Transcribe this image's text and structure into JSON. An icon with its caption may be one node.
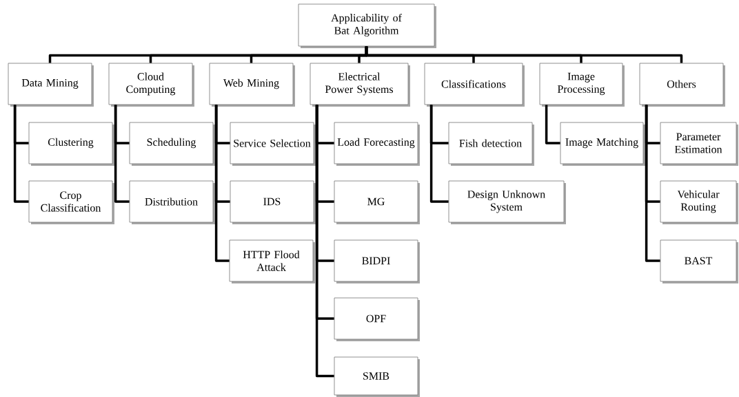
{
  "diagram": {
    "nodes": [
      {
        "text": [
          "Applicability of Bat Algorithm"
        ]
      },
      {
        "text": [
          "Data Mining"
        ]
      },
      {
        "text": [
          "Cloud Computing"
        ]
      },
      {
        "text": [
          "Web Mining"
        ]
      },
      {
        "text": [
          "Electrical Power Systems"
        ]
      },
      {
        "text": [
          "Classifications"
        ]
      },
      {
        "text": [
          "Image Processing"
        ]
      },
      {
        "text": [
          "Others"
        ]
      },
      {
        "text": [
          "Clustering"
        ]
      },
      {
        "text": [
          "Crop Classification"
        ]
      },
      {
        "text": [
          "Scheduling"
        ]
      },
      {
        "text": [
          "Distribution"
        ]
      },
      {
        "text": [
          "Service Selection"
        ]
      },
      {
        "text": [
          "IDS"
        ]
      },
      {
        "text": [
          "HTTP Flood Attack"
        ]
      },
      {
        "text": [
          "Load Forecasting"
        ]
      },
      {
        "text": [
          "MG"
        ]
      },
      {
        "text": [
          "BIDPI"
        ]
      },
      {
        "text": [
          "OPF"
        ]
      },
      {
        "text": [
          "SMIB"
        ]
      },
      {
        "text": [
          "Fish detection"
        ]
      },
      {
        "text": [
          "Design Unknown System"
        ]
      },
      {
        "text": [
          "Image Matching"
        ]
      },
      {
        "text": [
          "Parameter Estimation"
        ]
      },
      {
        "text": [
          "Vehicular Routing"
        ]
      },
      {
        "text": [
          "BAST"
        ]
      }
    ],
    "edges": [
      {
        "from": 0,
        "to": 1,
        "arrow": "none"
      },
      {
        "from": 0,
        "to": 2,
        "arrow": "none"
      },
      {
        "from": 0,
        "to": 3,
        "arrow": "none"
      },
      {
        "from": 0,
        "to": 4,
        "arrow": "none"
      },
      {
        "from": 0,
        "to": 5,
        "arrow": "none"
      },
      {
        "from": 0,
        "to": 6,
        "arrow": "none"
      },
      {
        "from": 0,
        "to": 7,
        "arrow": "none"
      },
      {
        "from": 1,
        "to": 8,
        "arrow": "none"
      },
      {
        "from": 1,
        "to": 9,
        "arrow": "none"
      },
      {
        "from": 2,
        "to": 10,
        "arrow": "none"
      },
      {
        "from": 2,
        "to": 11,
        "arrow": "none"
      },
      {
        "from": 3,
        "to": 12,
        "arrow": "none"
      },
      {
        "from": 3,
        "to": 13,
        "arrow": "none"
      },
      {
        "from": 3,
        "to": 14,
        "arrow": "none"
      },
      {
        "from": 4,
        "to": 15,
        "arrow": "none"
      },
      {
        "from": 4,
        "to": 16,
        "arrow": "none"
      },
      {
        "from": 4,
        "to": 17,
        "arrow": "none"
      },
      {
        "from": 4,
        "to": 18,
        "arrow": "none"
      },
      {
        "from": 4,
        "to": 19,
        "arrow": "none"
      },
      {
        "from": 5,
        "to": 20,
        "arrow": "none"
      },
      {
        "from": 5,
        "to": 21,
        "arrow": "none"
      },
      {
        "from": 6,
        "to": 22,
        "arrow": "none"
      },
      {
        "from": 7,
        "to": 23,
        "arrow": "none"
      },
      {
        "from": 7,
        "to": 24,
        "arrow": "none"
      },
      {
        "from": 7,
        "to": 25,
        "arrow": "none"
      }
    ]
  }
}
